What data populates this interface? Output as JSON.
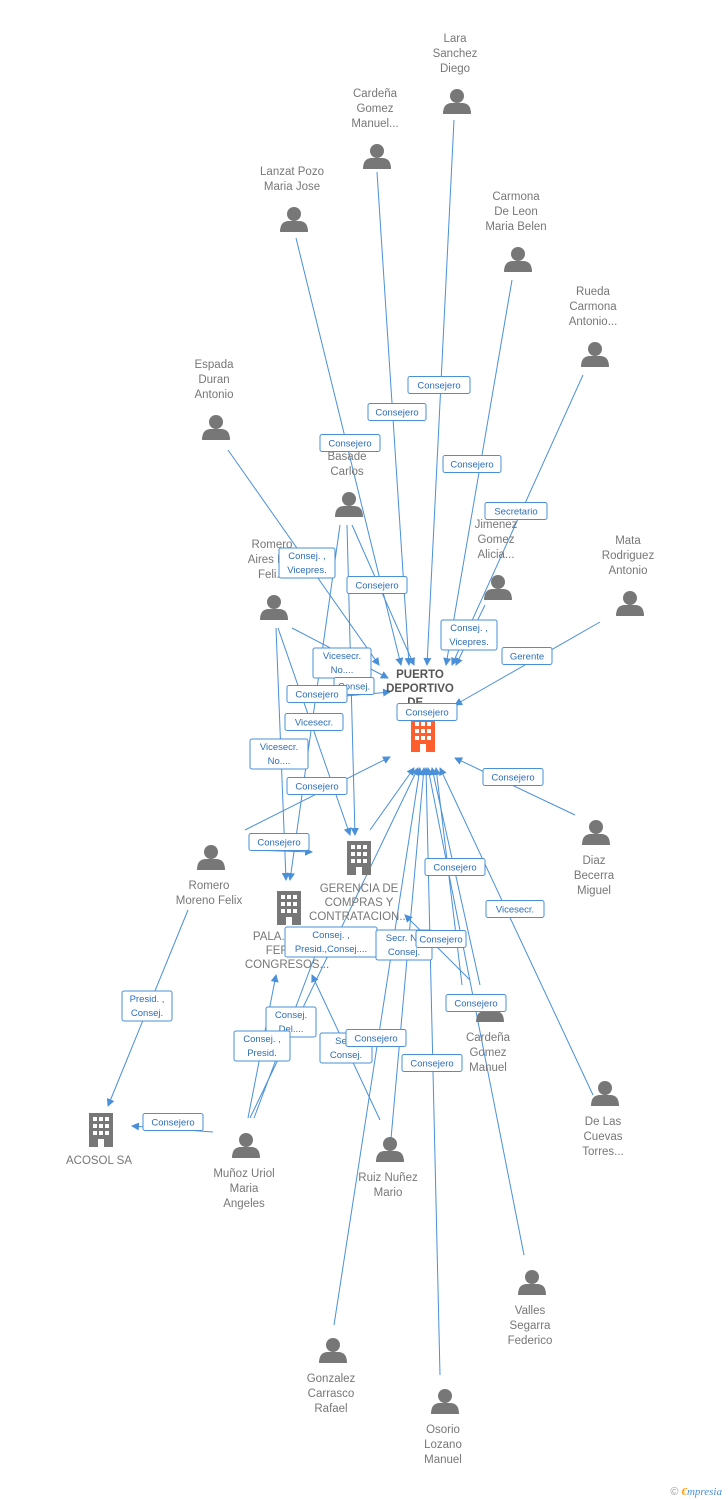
{
  "center": {
    "label_lines": [
      "PUERTO",
      "DEPORTIVO",
      "DE..."
    ],
    "icon": "building-icon",
    "color": "#ff5f2e"
  },
  "companies": [
    {
      "id": "gerencia",
      "label_lines": [
        "GERENCIA DE",
        "COMPRAS Y",
        "CONTRATACION..."
      ],
      "icon": "building-icon"
    },
    {
      "id": "palacio",
      "label_lines": [
        "PALA...",
        "FER...",
        "CONGRESOS..."
      ],
      "icon": "building-icon"
    },
    {
      "id": "acosol",
      "label_lines": [
        "ACOSOL SA"
      ],
      "icon": "building-icon"
    }
  ],
  "people": [
    {
      "id": "lara",
      "label_lines": [
        "Lara",
        "Sanchez",
        "Diego"
      ]
    },
    {
      "id": "cardena_manuel_top",
      "label_lines": [
        "Cardeña",
        "Gomez",
        "Manuel..."
      ]
    },
    {
      "id": "lanzat",
      "label_lines": [
        "Lanzat Pozo",
        "Maria Jose"
      ]
    },
    {
      "id": "carmona",
      "label_lines": [
        "Carmona",
        "De Leon",
        "Maria Belen"
      ]
    },
    {
      "id": "rueda",
      "label_lines": [
        "Rueda",
        "Carmona",
        "Antonio..."
      ]
    },
    {
      "id": "espada",
      "label_lines": [
        "Espada",
        "Duran",
        "Antonio"
      ]
    },
    {
      "id": "basade",
      "label_lines": [
        "Basade",
        "Carlos"
      ]
    },
    {
      "id": "jimenez",
      "label_lines": [
        "Jimenez",
        "Gomez",
        "Alicia..."
      ]
    },
    {
      "id": "mata",
      "label_lines": [
        "Mata",
        "Rodriguez",
        "Antonio"
      ]
    },
    {
      "id": "romero_aires",
      "label_lines": [
        "Romero",
        "Aires M...",
        "Feli..."
      ]
    },
    {
      "id": "diaz",
      "label_lines": [
        "Diaz",
        "Becerra",
        "Miguel"
      ]
    },
    {
      "id": "romero_moreno",
      "label_lines": [
        "Romero",
        "Moreno Felix"
      ]
    },
    {
      "id": "cardena_manuel",
      "label_lines": [
        "Cardeña",
        "Gomez",
        "Manuel"
      ]
    },
    {
      "id": "de_las_cuevas",
      "label_lines": [
        "De Las",
        "Cuevas",
        "Torres..."
      ]
    },
    {
      "id": "munoz",
      "label_lines": [
        "Muñoz Uriol",
        "Maria",
        "Angeles"
      ]
    },
    {
      "id": "ruiz",
      "label_lines": [
        "Ruiz Nuñez",
        "Mario"
      ]
    },
    {
      "id": "valles",
      "label_lines": [
        "Valles",
        "Segarra",
        "Federico"
      ]
    },
    {
      "id": "gonzalez",
      "label_lines": [
        "Gonzalez",
        "Carrasco",
        "Rafael"
      ]
    },
    {
      "id": "osorio",
      "label_lines": [
        "Osorio",
        "Lozano",
        "Manuel"
      ]
    }
  ],
  "edge_labels": [
    {
      "id": "e1",
      "lines": [
        "Consejero"
      ]
    },
    {
      "id": "e2",
      "lines": [
        "Consejero"
      ]
    },
    {
      "id": "e3",
      "lines": [
        "Consejero"
      ]
    },
    {
      "id": "e4",
      "lines": [
        "Consejero"
      ]
    },
    {
      "id": "e5",
      "lines": [
        "Secretario"
      ]
    },
    {
      "id": "e6",
      "lines": [
        "Consej. ,",
        "Vicepres."
      ]
    },
    {
      "id": "e7",
      "lines": [
        "Consejero"
      ]
    },
    {
      "id": "e8",
      "lines": [
        "Consej. ,",
        "Vicepres."
      ]
    },
    {
      "id": "e9",
      "lines": [
        "Gerente"
      ]
    },
    {
      "id": "e10",
      "lines": [
        "Vicesecr.",
        "No...."
      ]
    },
    {
      "id": "e11",
      "lines": [
        "Consej."
      ]
    },
    {
      "id": "e12",
      "lines": [
        "Consejero"
      ]
    },
    {
      "id": "e13",
      "lines": [
        "Consejero"
      ]
    },
    {
      "id": "e14",
      "lines": [
        "Vicesecr."
      ]
    },
    {
      "id": "e15",
      "lines": [
        "Vicesecr.",
        "No...."
      ]
    },
    {
      "id": "e16",
      "lines": [
        "Consejero"
      ]
    },
    {
      "id": "e17",
      "lines": [
        "Consejero"
      ]
    },
    {
      "id": "e18",
      "lines": [
        "Consejero"
      ]
    },
    {
      "id": "e19",
      "lines": [
        "Consejero"
      ]
    },
    {
      "id": "e20",
      "lines": [
        "Vicesecr."
      ]
    },
    {
      "id": "e21",
      "lines": [
        "Consej. ,",
        "Presid.,Consej...."
      ]
    },
    {
      "id": "e22",
      "lines": [
        "Secr. No",
        "Consej."
      ]
    },
    {
      "id": "e23",
      "lines": [
        "Consejero"
      ]
    },
    {
      "id": "e24",
      "lines": [
        "Consejero"
      ]
    },
    {
      "id": "e25",
      "lines": [
        "Presid. ,",
        "Consej."
      ]
    },
    {
      "id": "e26",
      "lines": [
        "Consej.",
        "Del...."
      ]
    },
    {
      "id": "e27",
      "lines": [
        "Consej. ,",
        "Presid."
      ]
    },
    {
      "id": "e28",
      "lines": [
        "Secr.",
        "Consej."
      ]
    },
    {
      "id": "e29",
      "lines": [
        "Consejero"
      ]
    },
    {
      "id": "e30",
      "lines": [
        "Consejero"
      ]
    },
    {
      "id": "e31",
      "lines": [
        "Consejero"
      ]
    }
  ],
  "footer": {
    "copyright": "©",
    "brand_first": "€",
    "brand_rest": "mpresia"
  }
}
